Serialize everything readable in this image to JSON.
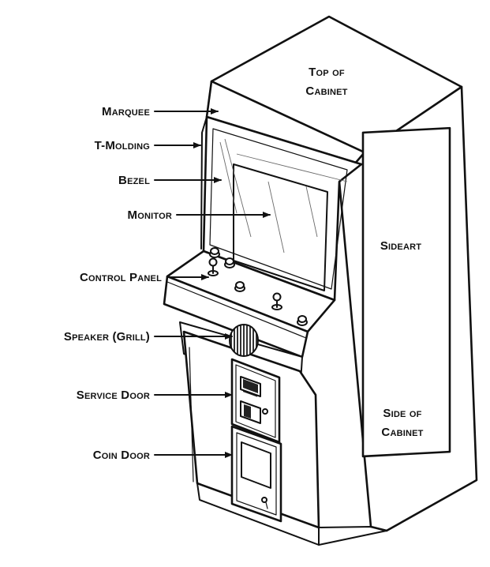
{
  "labels": {
    "marquee": "Marquee",
    "t_molding": "T-Molding",
    "bezel": "Bezel",
    "monitor": "Monitor",
    "control_panel": "Control Panel",
    "speaker": "Speaker (Grill)",
    "service_door": "Service Door",
    "coin_door": "Coin Door",
    "top_line1": "Top of",
    "top_line2": "Cabinet",
    "sideart": "Sideart",
    "side_line1": "Side of",
    "side_line2": "Cabinet"
  },
  "colors": {
    "ink": "#111111",
    "background": "#ffffff"
  }
}
